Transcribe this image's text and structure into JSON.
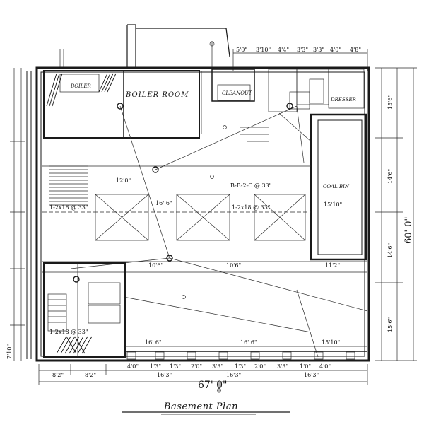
{
  "title": "Basement Plan",
  "rooms": {
    "boiler_room": "BOILER ROOM",
    "boiler": "BOILER",
    "cleanout": "CLEANOUT",
    "dresser": "DRESSER",
    "coal_bin": "COAL BIN"
  },
  "notes": {
    "beam_1": "B-B-2-C @ 33\"",
    "beam_2": "1-2x18 @ 33\"",
    "beam_3": "1-2x18 @ 33\"",
    "beam_4": "1-2x18 @ 33\""
  },
  "dimensions": {
    "overall_width": "67' 0\"",
    "overall_depth": "60' 0\"",
    "bottom_left_1": "8'2\"",
    "bottom_left_2": "8'2\"",
    "bottom_mid_1": "16'3\"",
    "bottom_mid_2": "16'3\"",
    "bottom_right": "16'3\"",
    "bay_1": "16' 6\"",
    "bay_2": "16' 6\"",
    "bay_3": "15'10\"",
    "bay_mid": "16' 6\"",
    "bay_right": "15'10\"",
    "bay_small_1": "10'6\"",
    "bay_small_2": "10'6\"",
    "bay_small_3": "11'2\"",
    "bay_top": "12'0\"",
    "right_1": "15'6\"",
    "right_2": "14'6\"",
    "right_3": "14'6\"",
    "right_4": "15'6\"",
    "left_bottom": "7'10\"",
    "top_row": [
      "5'0\"",
      "3'10\"",
      "4'4\"",
      "3'3\"",
      "3'3\"",
      "4'0\"",
      "4'8\""
    ],
    "bottom_row": [
      "4'0\"",
      "1'3\"",
      "1'3\"",
      "2'0\"",
      "3'3\"",
      "1'3\"",
      "2'0\"",
      "3'3\"",
      "1'0\"",
      "4'0\""
    ]
  }
}
